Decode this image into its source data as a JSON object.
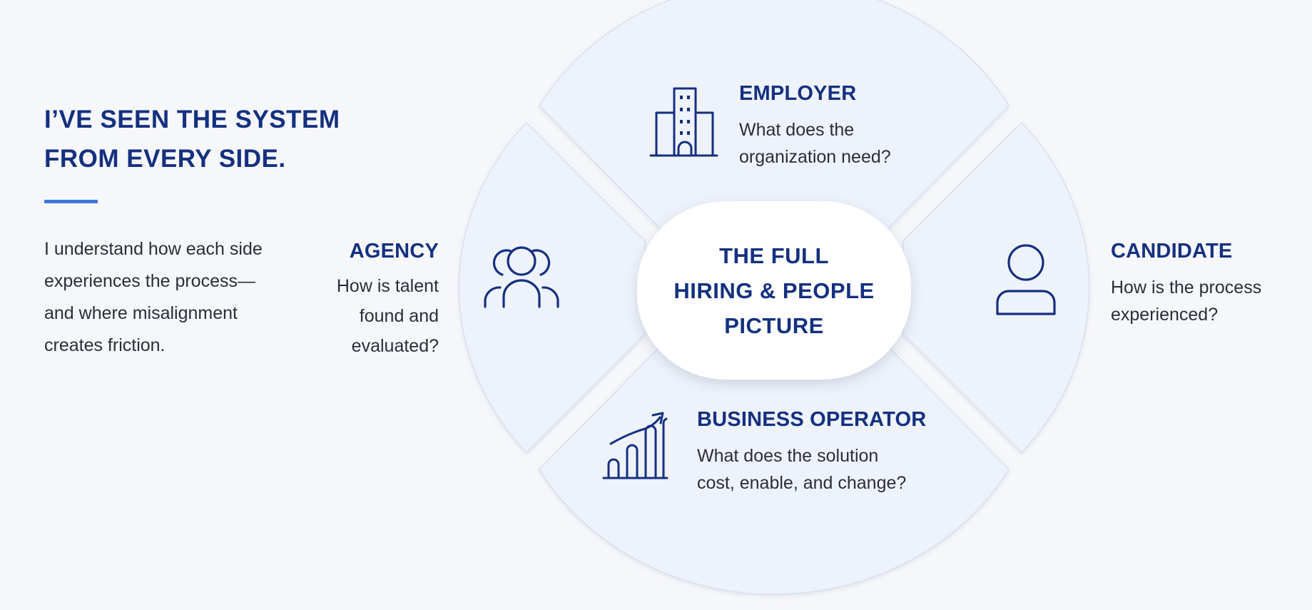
{
  "intro": {
    "headline_lines": [
      "I’VE SEEN THE SYSTEM",
      "FROM EVERY SIDE."
    ],
    "body_lines": [
      "I understand how each side",
      "experiences the process—",
      "and where misalignment",
      "creates friction."
    ]
  },
  "center": {
    "lines": [
      "THE FULL",
      "HIRING & PEOPLE",
      "PICTURE"
    ]
  },
  "segments": {
    "employer": {
      "title": "EMPLOYER",
      "question_lines": [
        "What does the",
        "organization need?"
      ],
      "icon": "office-building-icon"
    },
    "agency": {
      "title": "AGENCY",
      "question_lines": [
        "How is talent",
        "found and",
        "evaluated?"
      ],
      "icon": "people-group-icon"
    },
    "candidate": {
      "title": "CANDIDATE",
      "question_lines": [
        "How is the process",
        "experienced?"
      ],
      "icon": "person-icon"
    },
    "business_operator": {
      "title": "BUSINESS OPERATOR",
      "question_lines": [
        "What does the solution",
        "cost, enable, and change?"
      ],
      "icon": "growth-chart-icon"
    }
  },
  "colors": {
    "navy": "#14307f",
    "accent": "#3a78dc",
    "segment_fill": "#eef2fa",
    "segment_stroke": "#d6deee",
    "background": "#f6f7fa",
    "center_fill": "#ffffff"
  }
}
